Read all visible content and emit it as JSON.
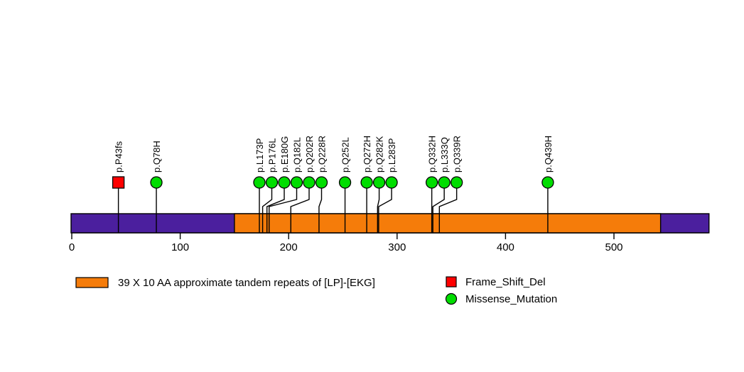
{
  "chart_data": {
    "type": "lollipop",
    "title": "",
    "xlabel": "",
    "ylabel": "",
    "xlim": [
      0,
      587
    ],
    "axis": {
      "ticks": [
        0,
        100,
        200,
        300,
        400,
        500
      ],
      "tick_labels": [
        "0",
        "100",
        "200",
        "300",
        "400",
        "500"
      ],
      "grid": false
    },
    "protein": {
      "length": 587,
      "backbone_color": "#4B1F9E",
      "domains": [
        {
          "name": "39 X 10 AA approximate tandem repeats of [LP]-[EKG]",
          "start": 150,
          "end": 543,
          "color": "#F57C0A"
        }
      ]
    },
    "mutations": [
      {
        "label": "p.P43fs",
        "position": 43,
        "type": "Frame_Shift_Del",
        "color": "#FF0000",
        "shape": "square"
      },
      {
        "label": "p.Q78H",
        "position": 78,
        "type": "Missense_Mutation",
        "color": "#00DD00",
        "shape": "circle"
      },
      {
        "label": "p.L173P",
        "position": 173,
        "type": "Missense_Mutation",
        "color": "#00DD00",
        "shape": "circle"
      },
      {
        "label": "p.P176L",
        "position": 176,
        "type": "Missense_Mutation",
        "color": "#00DD00",
        "shape": "circle"
      },
      {
        "label": "p.E180G",
        "position": 180,
        "type": "Missense_Mutation",
        "color": "#00DD00",
        "shape": "circle"
      },
      {
        "label": "p.Q182L",
        "position": 182,
        "type": "Missense_Mutation",
        "color": "#00DD00",
        "shape": "circle"
      },
      {
        "label": "p.Q202R",
        "position": 202,
        "type": "Missense_Mutation",
        "color": "#00DD00",
        "shape": "circle"
      },
      {
        "label": "p.Q228R",
        "position": 228,
        "type": "Missense_Mutation",
        "color": "#00DD00",
        "shape": "circle"
      },
      {
        "label": "p.Q252L",
        "position": 252,
        "type": "Missense_Mutation",
        "color": "#00DD00",
        "shape": "circle"
      },
      {
        "label": "p.Q272H",
        "position": 272,
        "type": "Missense_Mutation",
        "color": "#00DD00",
        "shape": "circle"
      },
      {
        "label": "p.Q282K",
        "position": 282,
        "type": "Missense_Mutation",
        "color": "#00DD00",
        "shape": "circle"
      },
      {
        "label": "p.L283P",
        "position": 283,
        "type": "Missense_Mutation",
        "color": "#00DD00",
        "shape": "circle"
      },
      {
        "label": "p.Q332H",
        "position": 332,
        "type": "Missense_Mutation",
        "color": "#00DD00",
        "shape": "circle"
      },
      {
        "label": "p.L333Q",
        "position": 333,
        "type": "Missense_Mutation",
        "color": "#00DD00",
        "shape": "circle"
      },
      {
        "label": "p.Q339R",
        "position": 339,
        "type": "Missense_Mutation",
        "color": "#00DD00",
        "shape": "circle"
      },
      {
        "label": "p.Q439H",
        "position": 439,
        "type": "Missense_Mutation",
        "color": "#00DD00",
        "shape": "circle"
      }
    ],
    "legend": {
      "position": "bottom",
      "domain_entries": [
        {
          "label": "39 X 10 AA approximate tandem repeats of [LP]-[EKG]",
          "color": "#F57C0A",
          "shape": "rect"
        }
      ],
      "mutation_entries": [
        {
          "label": "Frame_Shift_Del",
          "color": "#FF0000",
          "shape": "square"
        },
        {
          "label": "Missense_Mutation",
          "color": "#00DD00",
          "shape": "circle"
        }
      ]
    },
    "colors": {
      "backbone": "#4B1F9E",
      "domain": "#F57C0A",
      "frame_shift_del": "#FF0000",
      "missense_mutation": "#00DD00",
      "stroke": "#000000",
      "background": "#FFFFFF"
    }
  }
}
